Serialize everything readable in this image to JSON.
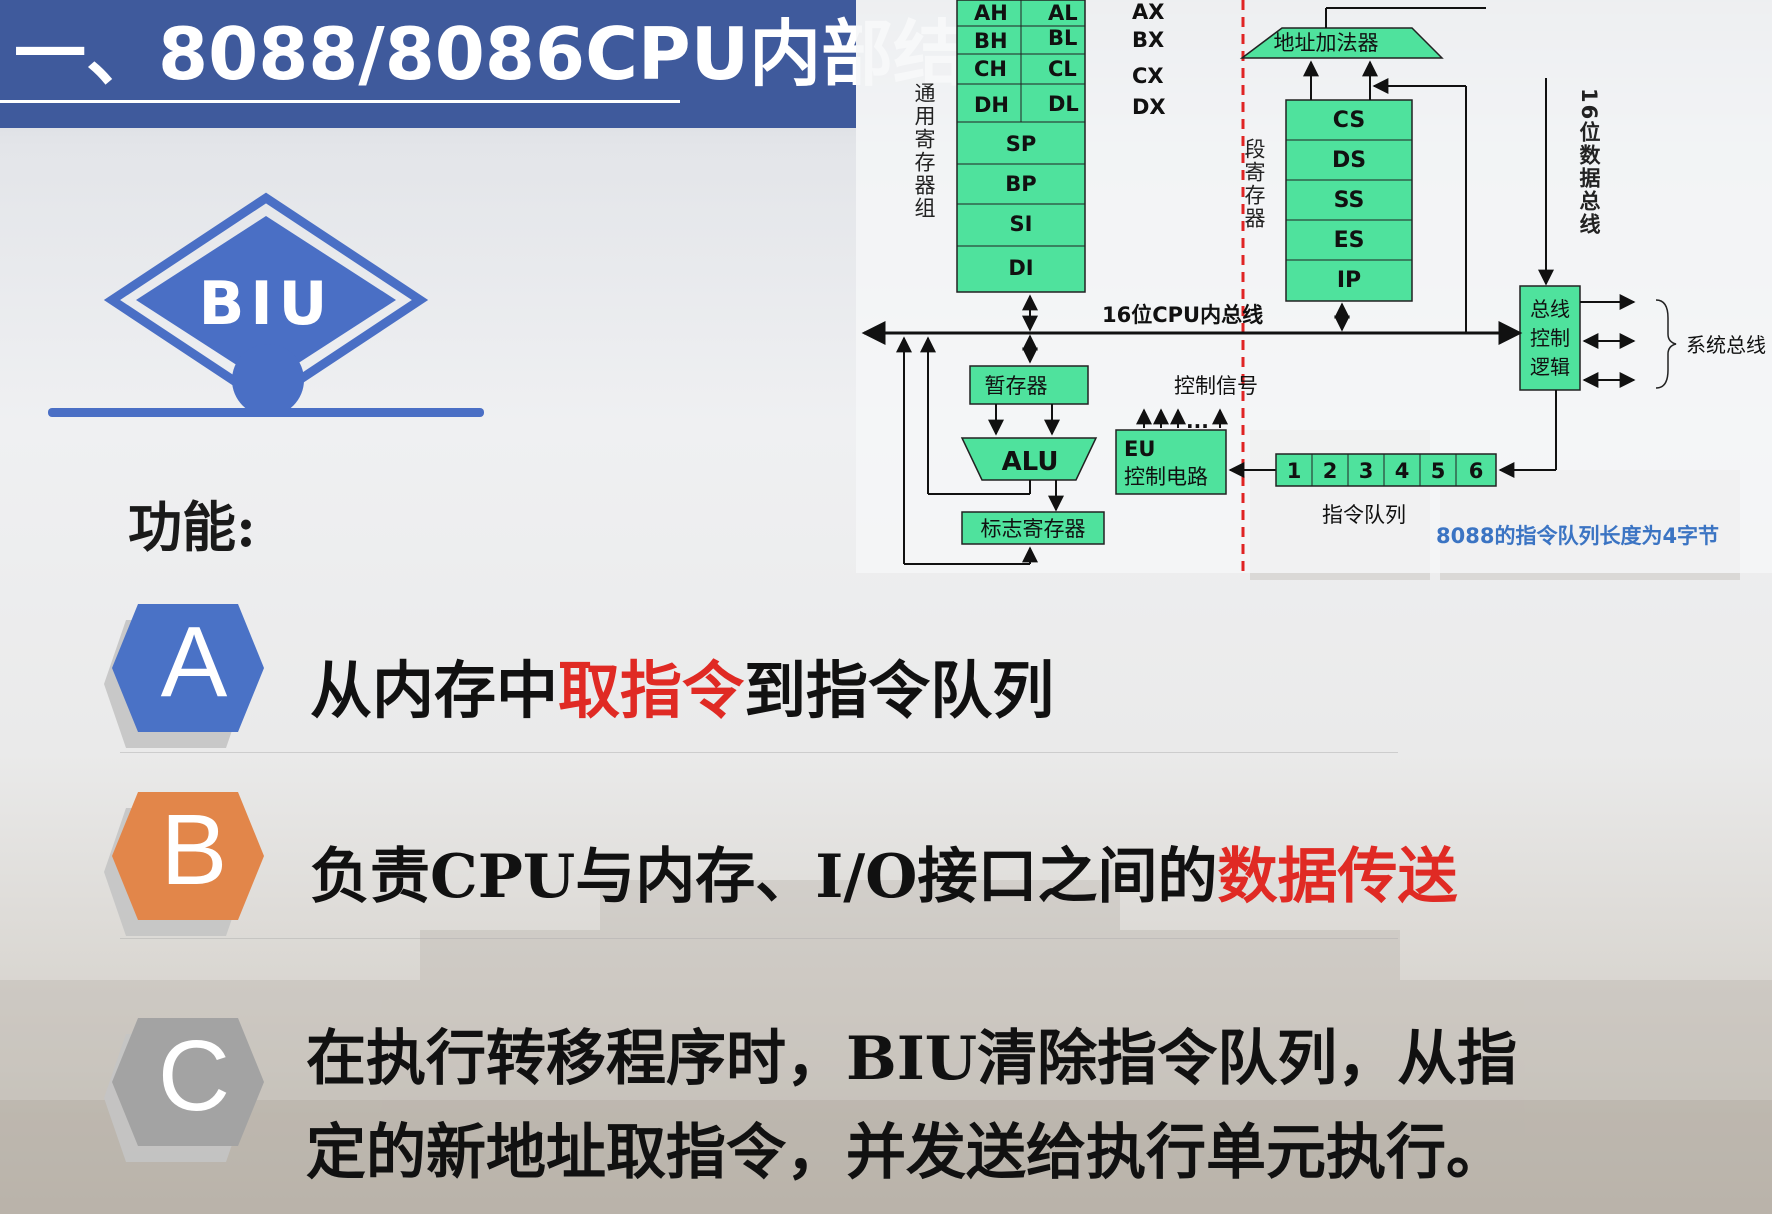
{
  "title": {
    "text": "一、8088/8086CPU内部结"
  },
  "diagram": {
    "general_registers": {
      "group_label": "通用寄存器组",
      "high": [
        "AH",
        "BH",
        "CH",
        "DH"
      ],
      "low": [
        "AL",
        "BL",
        "CL",
        "DL"
      ],
      "full": [
        "AX",
        "BX",
        "CX",
        "DX"
      ],
      "pointers": [
        "SP",
        "BP",
        "SI",
        "DI"
      ]
    },
    "segment_registers": {
      "group_label": "段寄存器",
      "names": [
        "CS",
        "DS",
        "SS",
        "ES",
        "IP"
      ]
    },
    "address_adder": "地址加法器",
    "data_bus_16": "16位数据总线",
    "internal_bus": "16位CPU内总线",
    "bus_control": "总线控制逻辑",
    "system_bus": "系统总线",
    "temp_register": "暂存器",
    "alu": "ALU",
    "flag_register": "标志寄存器",
    "control_signals": "控制信号",
    "eu_control": {
      "line1": "EU",
      "line2": "控制电路"
    },
    "queue_cells": [
      "1",
      "2",
      "3",
      "4",
      "5",
      "6"
    ],
    "queue_label": "指令队列",
    "note": "8088的指令队列长度为4字节",
    "colors": {
      "box": "#4fe29d",
      "divider": "#e02424",
      "note": "#3b74c3"
    }
  },
  "logo": {
    "text": "BIU",
    "color": "#4a6fc5"
  },
  "function_label": "功能:",
  "items": [
    {
      "letter": "A",
      "color": "#4a72c6",
      "segments": [
        {
          "text": "从内存中",
          "highlight": false
        },
        {
          "text": "取指令",
          "highlight": true
        },
        {
          "text": "到指令队列",
          "highlight": false
        }
      ]
    },
    {
      "letter": "B",
      "color": "#e2864a",
      "segments": [
        {
          "text": "负责CPU与内存、I/O接口之间的",
          "highlight": false
        },
        {
          "text": "数据传送",
          "highlight": true
        }
      ]
    },
    {
      "letter": "C",
      "color": "#a3a3a3",
      "line1": "在执行转移程序时，BIU清除指令队列，从指",
      "line2": "定的新地址取指令，并发送给执行单元执行。"
    }
  ]
}
